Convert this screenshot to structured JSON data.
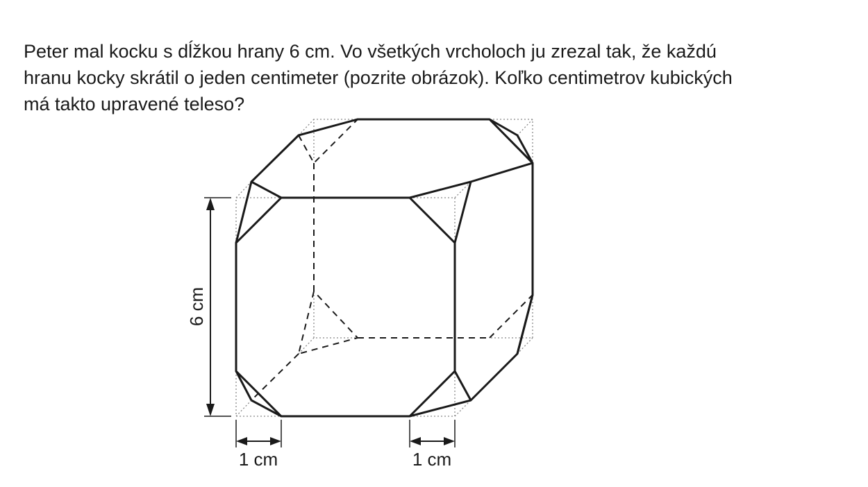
{
  "problem": {
    "lines": [
      "Peter mal kocku s dĺžkou hrany 6 cm. Vo všetkých vrcholoch ju zrezal tak, že každú",
      "hranu kocky skrátil o jeden centimeter (pozrite obrázok). Koľko centimetrov kubických",
      "má takto upravené teleso?"
    ]
  },
  "figure": {
    "edge_label": "6 cm",
    "cut_label_left": "1 cm",
    "cut_label_right": "1 cm"
  }
}
